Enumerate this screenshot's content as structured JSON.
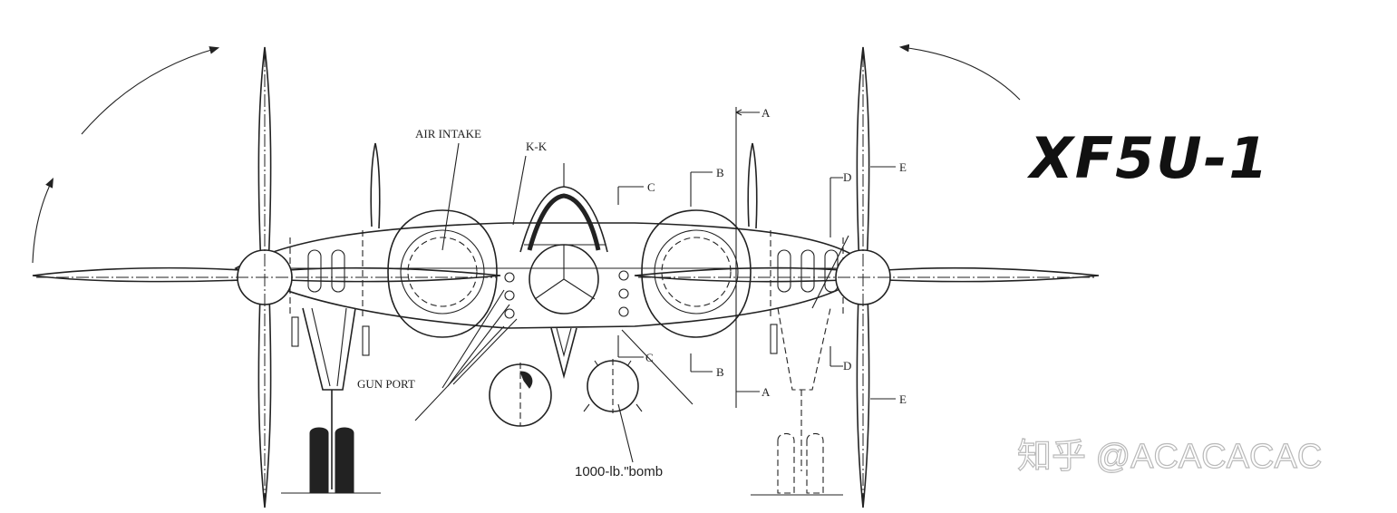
{
  "title": "XF5U-1",
  "watermark": "知乎 @ACACACAC",
  "labels": {
    "air_intake": "AIR INTAKE",
    "section_kk": "K-K",
    "gun_port": "GUN PORT",
    "bomb": "1000-lb.\"bomb",
    "sec_a": "A",
    "sec_b": "B",
    "sec_c": "C",
    "sec_d": "D",
    "sec_e": "E"
  }
}
